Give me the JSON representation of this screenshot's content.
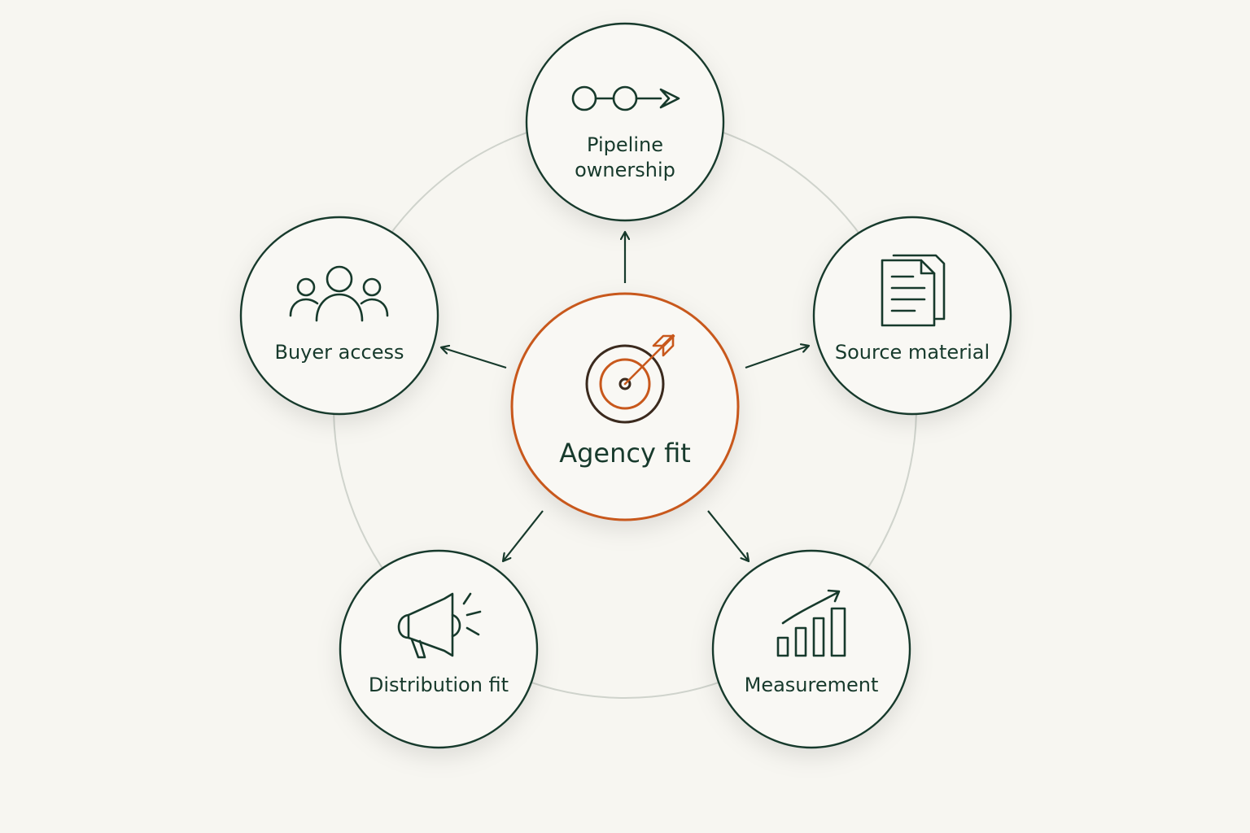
{
  "center": {
    "label": "Agency fit",
    "icon": "target-arrow-icon"
  },
  "nodes": [
    {
      "id": "pipeline",
      "lines": [
        "Pipeline",
        "ownership"
      ],
      "icon": "pipeline-nodes-icon"
    },
    {
      "id": "source",
      "lines": [
        "Source material"
      ],
      "icon": "documents-icon"
    },
    {
      "id": "measurement",
      "lines": [
        "Measurement"
      ],
      "icon": "bar-chart-growth-icon"
    },
    {
      "id": "distribution",
      "lines": [
        "Distribution fit"
      ],
      "icon": "megaphone-icon"
    },
    {
      "id": "buyer",
      "lines": [
        "Buyer access"
      ],
      "icon": "people-group-icon"
    }
  ],
  "colors": {
    "background": "#f7f6f1",
    "ink": "#173a2c",
    "accent": "#c8581c",
    "ring": "#cfd3cc",
    "node_fill": "#f9f8f4"
  }
}
